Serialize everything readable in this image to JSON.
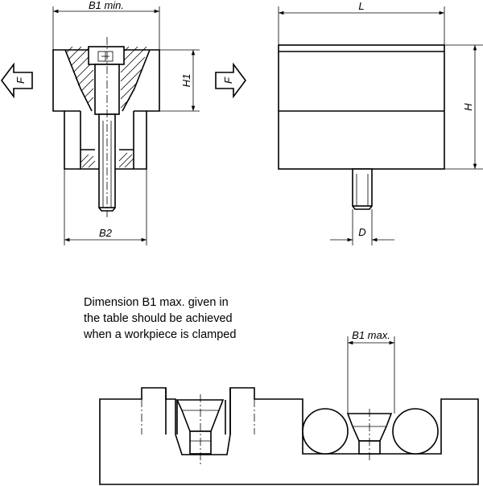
{
  "dimensions": {
    "b1_min": "B1 min.",
    "b1_max": "B1 max.",
    "b2": "B2",
    "h1": "H1",
    "l": "L",
    "h": "H",
    "d": "D"
  },
  "force": {
    "left": "F",
    "right": "F"
  },
  "note": {
    "lines": [
      "Dimension B1 max. given in",
      "the table should be achieved",
      "when a workpiece is clamped"
    ]
  }
}
